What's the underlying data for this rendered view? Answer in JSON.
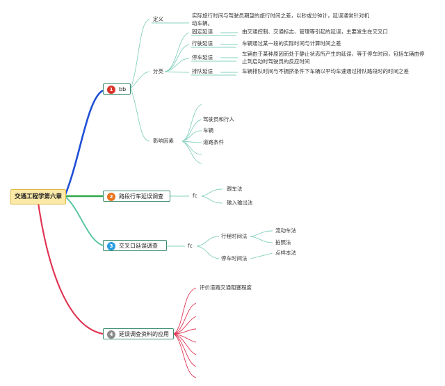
{
  "root": {
    "label": "交通工程学第六章"
  },
  "colors": {
    "blue": "#1f4fd6",
    "green": "#2ea84a",
    "teal": "#5cc6a0",
    "red": "#e03554",
    "thin": "#86d0bf"
  },
  "branches": [
    {
      "number": "1",
      "label": "bb",
      "badge_color": "#d9342b",
      "definition": {
        "label": "定义",
        "text": "实际旅行时间与驾驶员期望的旅行时间之差，以秒或分钟计，延误通常针对机动车辆。"
      },
      "classification": {
        "label": "分类",
        "items": [
          {
            "label": "固定延误",
            "text": "由交通控制、交通标志、管理等引起的延误，主要发生在交叉口"
          },
          {
            "label": "行驶延误",
            "text": "车辆通过某一段的实际时间与计算时间之差"
          },
          {
            "label": "停车延误",
            "text": "车辆由于某种原因而处于静止状态所产生的延误，等于停车时间，包括车辆由停止到启动时驾驶员的反应时间"
          },
          {
            "label": "排队延误",
            "text": "车辆排队时间与不拥挤条件下车辆以平均车速通过排队路段时的时间之差"
          }
        ]
      },
      "factors": {
        "label": "影响因素",
        "items": [
          "驾驶员和行人",
          "车辆",
          "道路条件"
        ]
      }
    },
    {
      "number": "2",
      "label": "路段行车延误调查",
      "badge_color": "#e8731f",
      "method_label": "fc",
      "methods": [
        "跟车法",
        "输入输出法"
      ]
    },
    {
      "number": "3",
      "label": "交叉口延误调查",
      "badge_color": "#2a9ee0",
      "method_label": "fc",
      "groups": [
        {
          "label": "行程时间法",
          "items": [
            "流动车法",
            "拍照法"
          ]
        },
        {
          "label": "停车时间法",
          "items": [
            "点样本法"
          ]
        }
      ]
    },
    {
      "number": "4",
      "label": "延误调查资料的应用",
      "badge_color": "#8a8a8a",
      "items": [
        "评价道路交通阻塞程度"
      ]
    }
  ]
}
